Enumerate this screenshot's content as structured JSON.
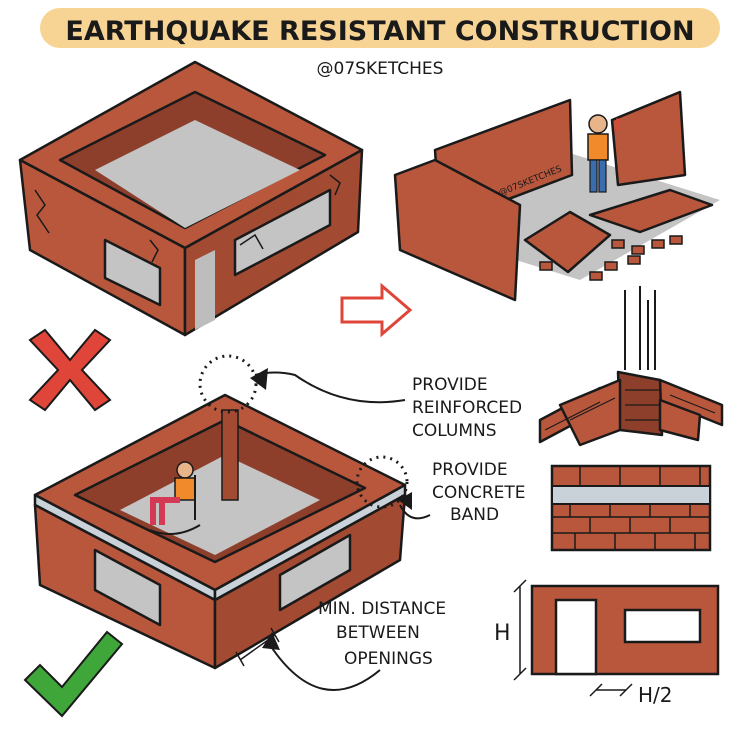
{
  "title": "EARTHQUAKE RESISTANT CONSTRUCTION",
  "handle": "@07SKETCHES",
  "wall_handle": "@07SKETCHES",
  "labels": {
    "columns": [
      "PROVIDE",
      "REINFORCED",
      "COLUMNS"
    ],
    "band": [
      "PROVIDE",
      "CONCRETE",
      "BAND"
    ],
    "openings": [
      "MIN. DISTANCE",
      "BETWEEN",
      "OPENINGS"
    ],
    "height": "H",
    "half_height": "H/2"
  },
  "colors": {
    "brick": "#b9573d",
    "brick_dark": "#8e3f2b",
    "floor": "#c4c4c4",
    "title_bar": "#f7d494",
    "band": "#c8d2d8",
    "wrong": "#e0453a",
    "right": "#3fa63a"
  },
  "icons": {
    "wrong": "cross-icon",
    "right": "checkmark-icon",
    "arrow": "arrow-right-icon"
  }
}
